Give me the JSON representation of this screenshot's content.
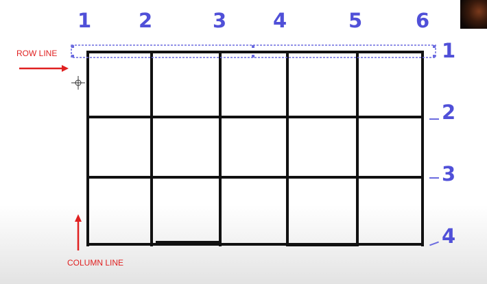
{
  "column_numbers": [
    "1",
    "2",
    "3",
    "4",
    "5",
    "6"
  ],
  "row_numbers": [
    "1",
    "2",
    "3",
    "4"
  ],
  "labels": {
    "row_line": "ROW LINE",
    "column_line": "COLUMN LINE"
  },
  "colors": {
    "grid_line": "#111111",
    "number_text": "#5050d8",
    "annotation": "#e02020",
    "selection": "#6a6adf"
  }
}
